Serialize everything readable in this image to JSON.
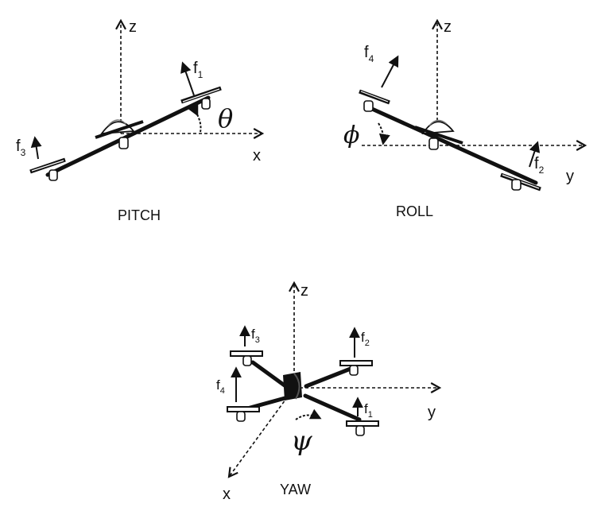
{
  "pitch": {
    "caption": "PITCH",
    "axes": {
      "z": "z",
      "x": "x"
    },
    "forces": {
      "f1": {
        "base": "f",
        "sub": "1"
      },
      "f3": {
        "base": "f",
        "sub": "3"
      }
    },
    "angle": "θ"
  },
  "roll": {
    "caption": "ROLL",
    "axes": {
      "z": "z",
      "y": "y"
    },
    "forces": {
      "f4": {
        "base": "f",
        "sub": "4"
      },
      "f2": {
        "base": "f",
        "sub": "2"
      }
    },
    "angle": "ϕ"
  },
  "yaw": {
    "caption": "YAW",
    "axes": {
      "z": "z",
      "y": "y",
      "x": "x"
    },
    "forces": {
      "f3": {
        "base": "f",
        "sub": "3"
      },
      "f2": {
        "base": "f",
        "sub": "2"
      },
      "f4": {
        "base": "f",
        "sub": "4"
      },
      "f1": {
        "base": "f",
        "sub": "1"
      }
    },
    "angle": "ψ"
  }
}
